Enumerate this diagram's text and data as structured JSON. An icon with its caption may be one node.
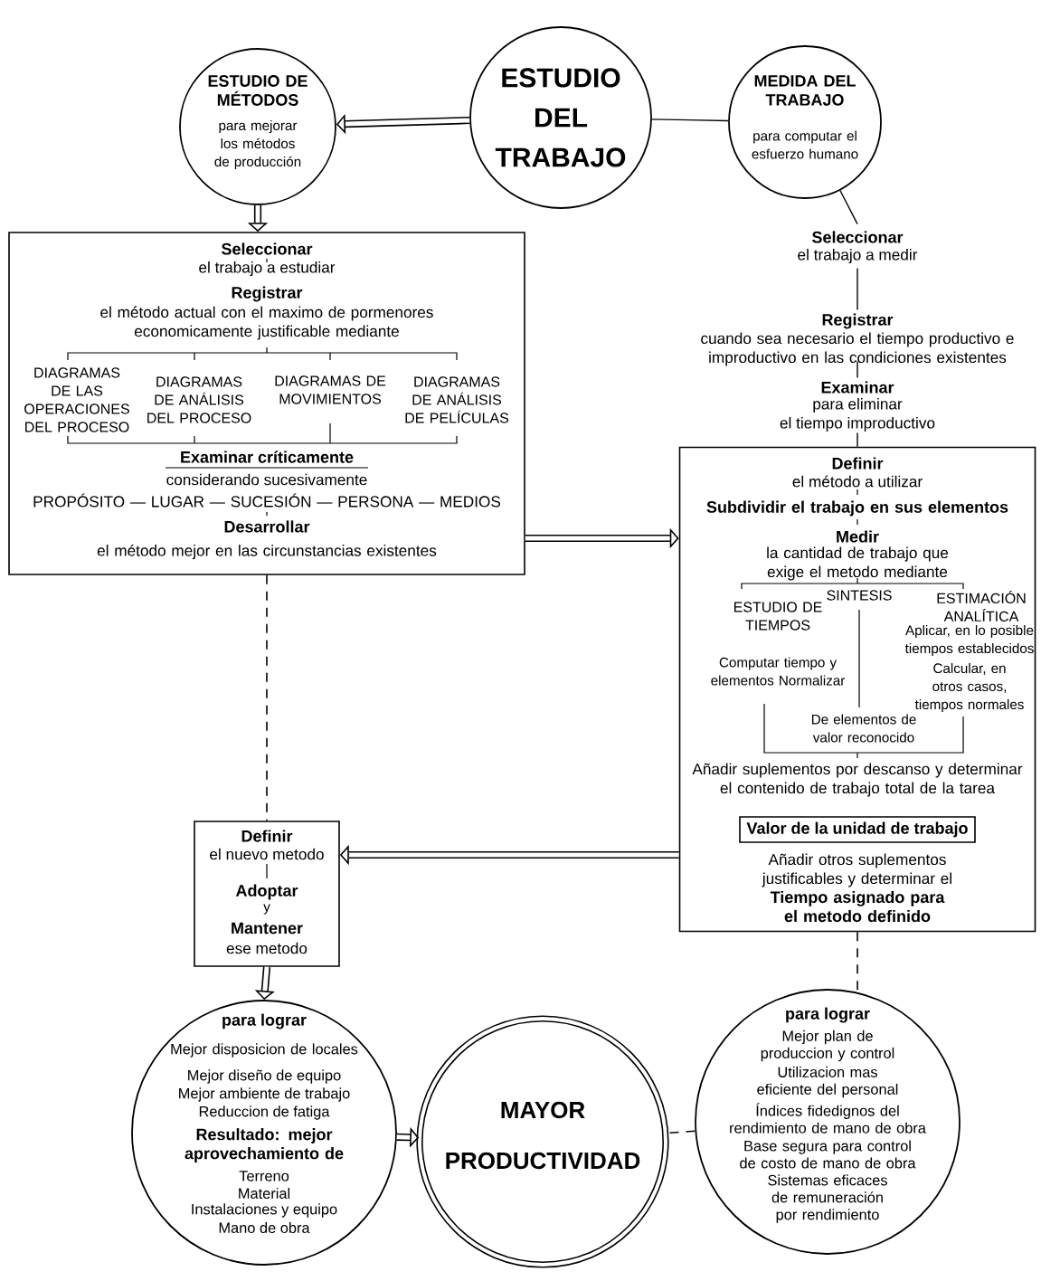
{
  "diagram": {
    "nodes": [
      {
        "text": [
          "ESTUDIO DEL TRABAJO"
        ]
      },
      {
        "text": [
          "ESTUDIO DE MÉTODOS",
          "para mejorar los métodos de producción"
        ]
      },
      {
        "text": [
          "MEDIDA DEL TRABAJO",
          "para computar el esfuerzo humano"
        ]
      },
      {
        "text": [
          "Seleccionar",
          "el trabajo a estudiar",
          "Registrar",
          "el método actual con el maximo de pormenores economicamente justificable mediante",
          "DIAGRAMAS DE LAS OPERACIONES DEL PROCESO",
          "DIAGRAMAS DE ANÁLISIS DEL PROCESO",
          "DIAGRAMAS DE MOVIMIENTOS",
          "DIAGRAMAS DE ANÁLISIS DE PELÍCULAS",
          "Examinar críticamente",
          "considerando sucesivamente",
          "PROPÓSITO — LUGAR — SUCESIÓN — PERSONA — MEDIOS",
          "Desarrollar",
          "el método mejor en las circunstancias existentes"
        ]
      },
      {
        "text": [
          "Seleccionar",
          "el trabajo a medir"
        ]
      },
      {
        "text": [
          "Registrar",
          "cuando sea necesario el tiempo productivo e improductivo en las condiciones existentes"
        ]
      },
      {
        "text": [
          "Examinar",
          "para eliminar",
          "el tiempo improductivo"
        ]
      },
      {
        "text": [
          "Definir",
          "el método a utilizar",
          "Subdividir el trabajo en sus elementos",
          "Medir",
          "la cantidad de trabajo que exige el metodo mediante",
          "ESTUDIO DE TIEMPOS",
          "Computar tiempo y elementos Normalizar",
          "SINTESIS",
          "ESTIMACIÓN ANALÍTICA",
          "Aplicar, en lo posible tiempos establecidos",
          "Calcular, en otros casos, tiempos normales",
          "De elementos de valor reconocido",
          "Añadir suplementos por descanso y determinar el contenido de trabajo total de la tarea",
          "Añadir otros suplementos justificables y determinar el",
          "Tiempo asignado para el metodo definido"
        ]
      },
      {
        "text": [
          "Valor de la unidad de trabajo"
        ],
        "in": 7
      },
      {
        "text": [
          "Definir",
          "el nuevo metodo",
          "Adoptar",
          "y",
          "Mantener",
          "ese metodo"
        ]
      },
      {
        "text": [
          "para lograr",
          "Mejor disposicion de locales",
          "Mejor diseño de equipo",
          "Mejor ambiente de trabajo",
          "Reduccion de fatiga",
          "Resultado: mejor aprovechamiento de",
          "Terreno",
          "Material",
          "Instalaciones y equipo",
          "Mano de obra"
        ]
      },
      {
        "text": [
          "MAYOR PRODUCTIVIDAD"
        ]
      },
      {
        "text": [
          "para lograr",
          "Mejor plan de produccion y control",
          "Utilizacion mas eficiente del personal",
          "Índices fidedignos del rendimiento de mano de obra",
          "Base segura para control de costo de mano de obra",
          "Sistemas eficaces de remuneración por rendimiento"
        ]
      }
    ],
    "edges": [
      {
        "from": 0,
        "to": 1,
        "arrow": "to",
        "style": "thick"
      },
      {
        "from": 0,
        "to": 2,
        "arrow": "none"
      },
      {
        "from": 1,
        "to": 3,
        "arrow": "to",
        "style": "thick"
      },
      {
        "from": 2,
        "to": 4,
        "arrow": "none"
      },
      {
        "from": 4,
        "to": 5,
        "arrow": "none"
      },
      {
        "from": 5,
        "to": 6,
        "arrow": "none"
      },
      {
        "from": 6,
        "to": 7,
        "arrow": "none"
      },
      {
        "from": 3,
        "to": 7,
        "arrow": "to",
        "style": "thick"
      },
      {
        "from": 7,
        "to": 9,
        "arrow": "to",
        "style": "thick"
      },
      {
        "from": 3,
        "to": 9,
        "arrow": "none",
        "style": "dashed"
      },
      {
        "from": 9,
        "to": 10,
        "arrow": "to",
        "style": "thick"
      },
      {
        "from": 10,
        "to": 11,
        "arrow": "to",
        "style": "thick"
      },
      {
        "from": 7,
        "to": 12,
        "arrow": "none",
        "style": "dashed"
      },
      {
        "from": 12,
        "to": 11,
        "arrow": "none",
        "style": "dashed"
      }
    ]
  }
}
